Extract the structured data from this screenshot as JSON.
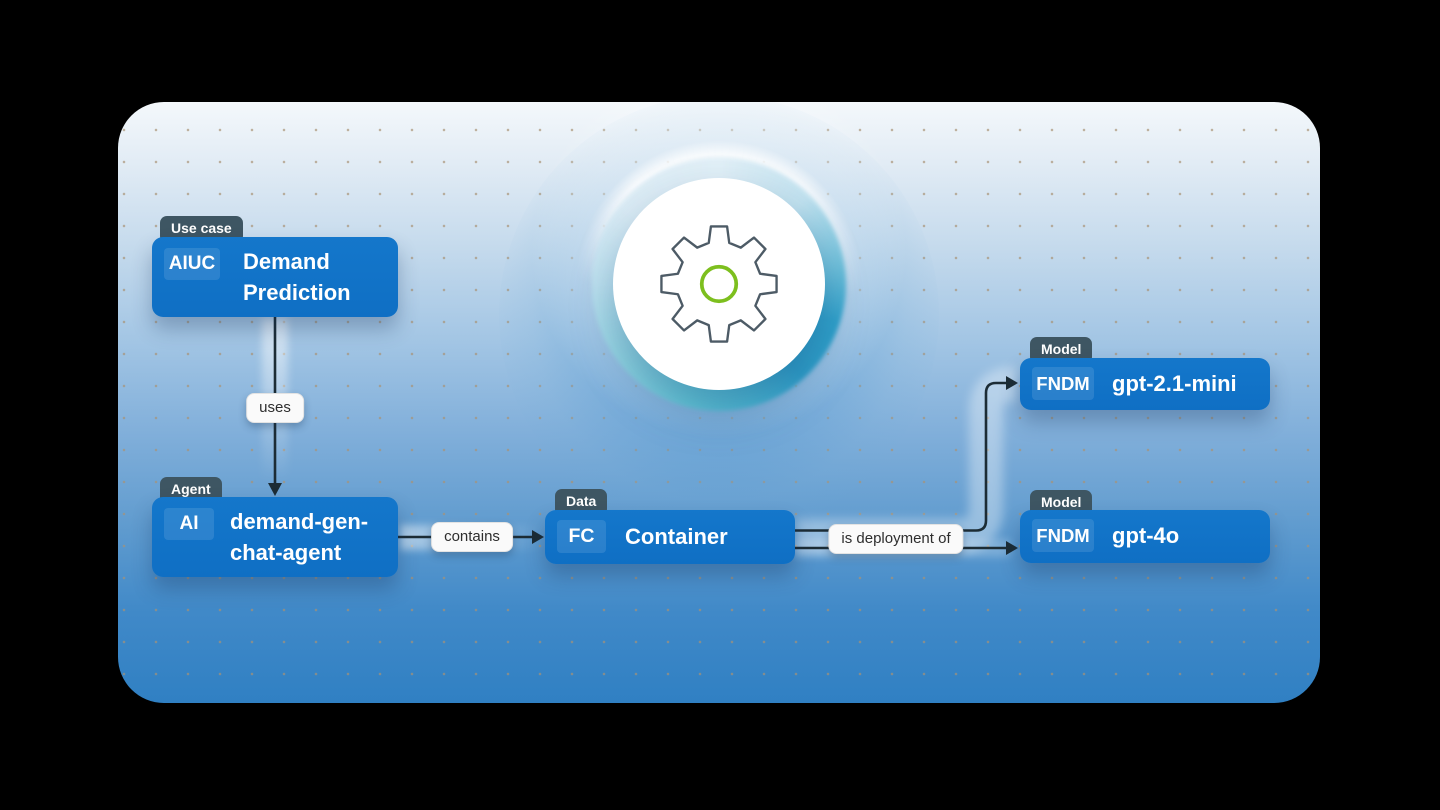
{
  "diagram": {
    "nodes": {
      "use_case": {
        "tag": "Use case",
        "badge": "AIUC",
        "label": "Demand Prediction"
      },
      "agent": {
        "tag": "Agent",
        "badge": "AI",
        "label": "demand-gen-chat-agent"
      },
      "data": {
        "tag": "Data",
        "badge": "FC",
        "label": "Container"
      },
      "model_1": {
        "tag": "Model",
        "badge": "FNDM",
        "label": "gpt-2.1-mini"
      },
      "model_2": {
        "tag": "Model",
        "badge": "FNDM",
        "label": "gpt-4o"
      }
    },
    "edges": {
      "uses": {
        "label": "uses",
        "from": "use_case",
        "to": "agent"
      },
      "contains": {
        "label": "contains",
        "from": "agent",
        "to": "data"
      },
      "deploy_1": {
        "label": "is deployment of",
        "from": "data",
        "to": "model_1"
      },
      "deploy_2": {
        "label": "is deployment of",
        "from": "data",
        "to": "model_2"
      }
    },
    "colors": {
      "node_blue": "#1173c8",
      "tag_slate": "#3e5663",
      "edge_line": "#1c2c35",
      "gear_outline": "#4d5b66",
      "gear_center_green": "#7dbf1e",
      "panel_top": "#f4f8fb",
      "panel_bottom": "#3080c3"
    }
  }
}
